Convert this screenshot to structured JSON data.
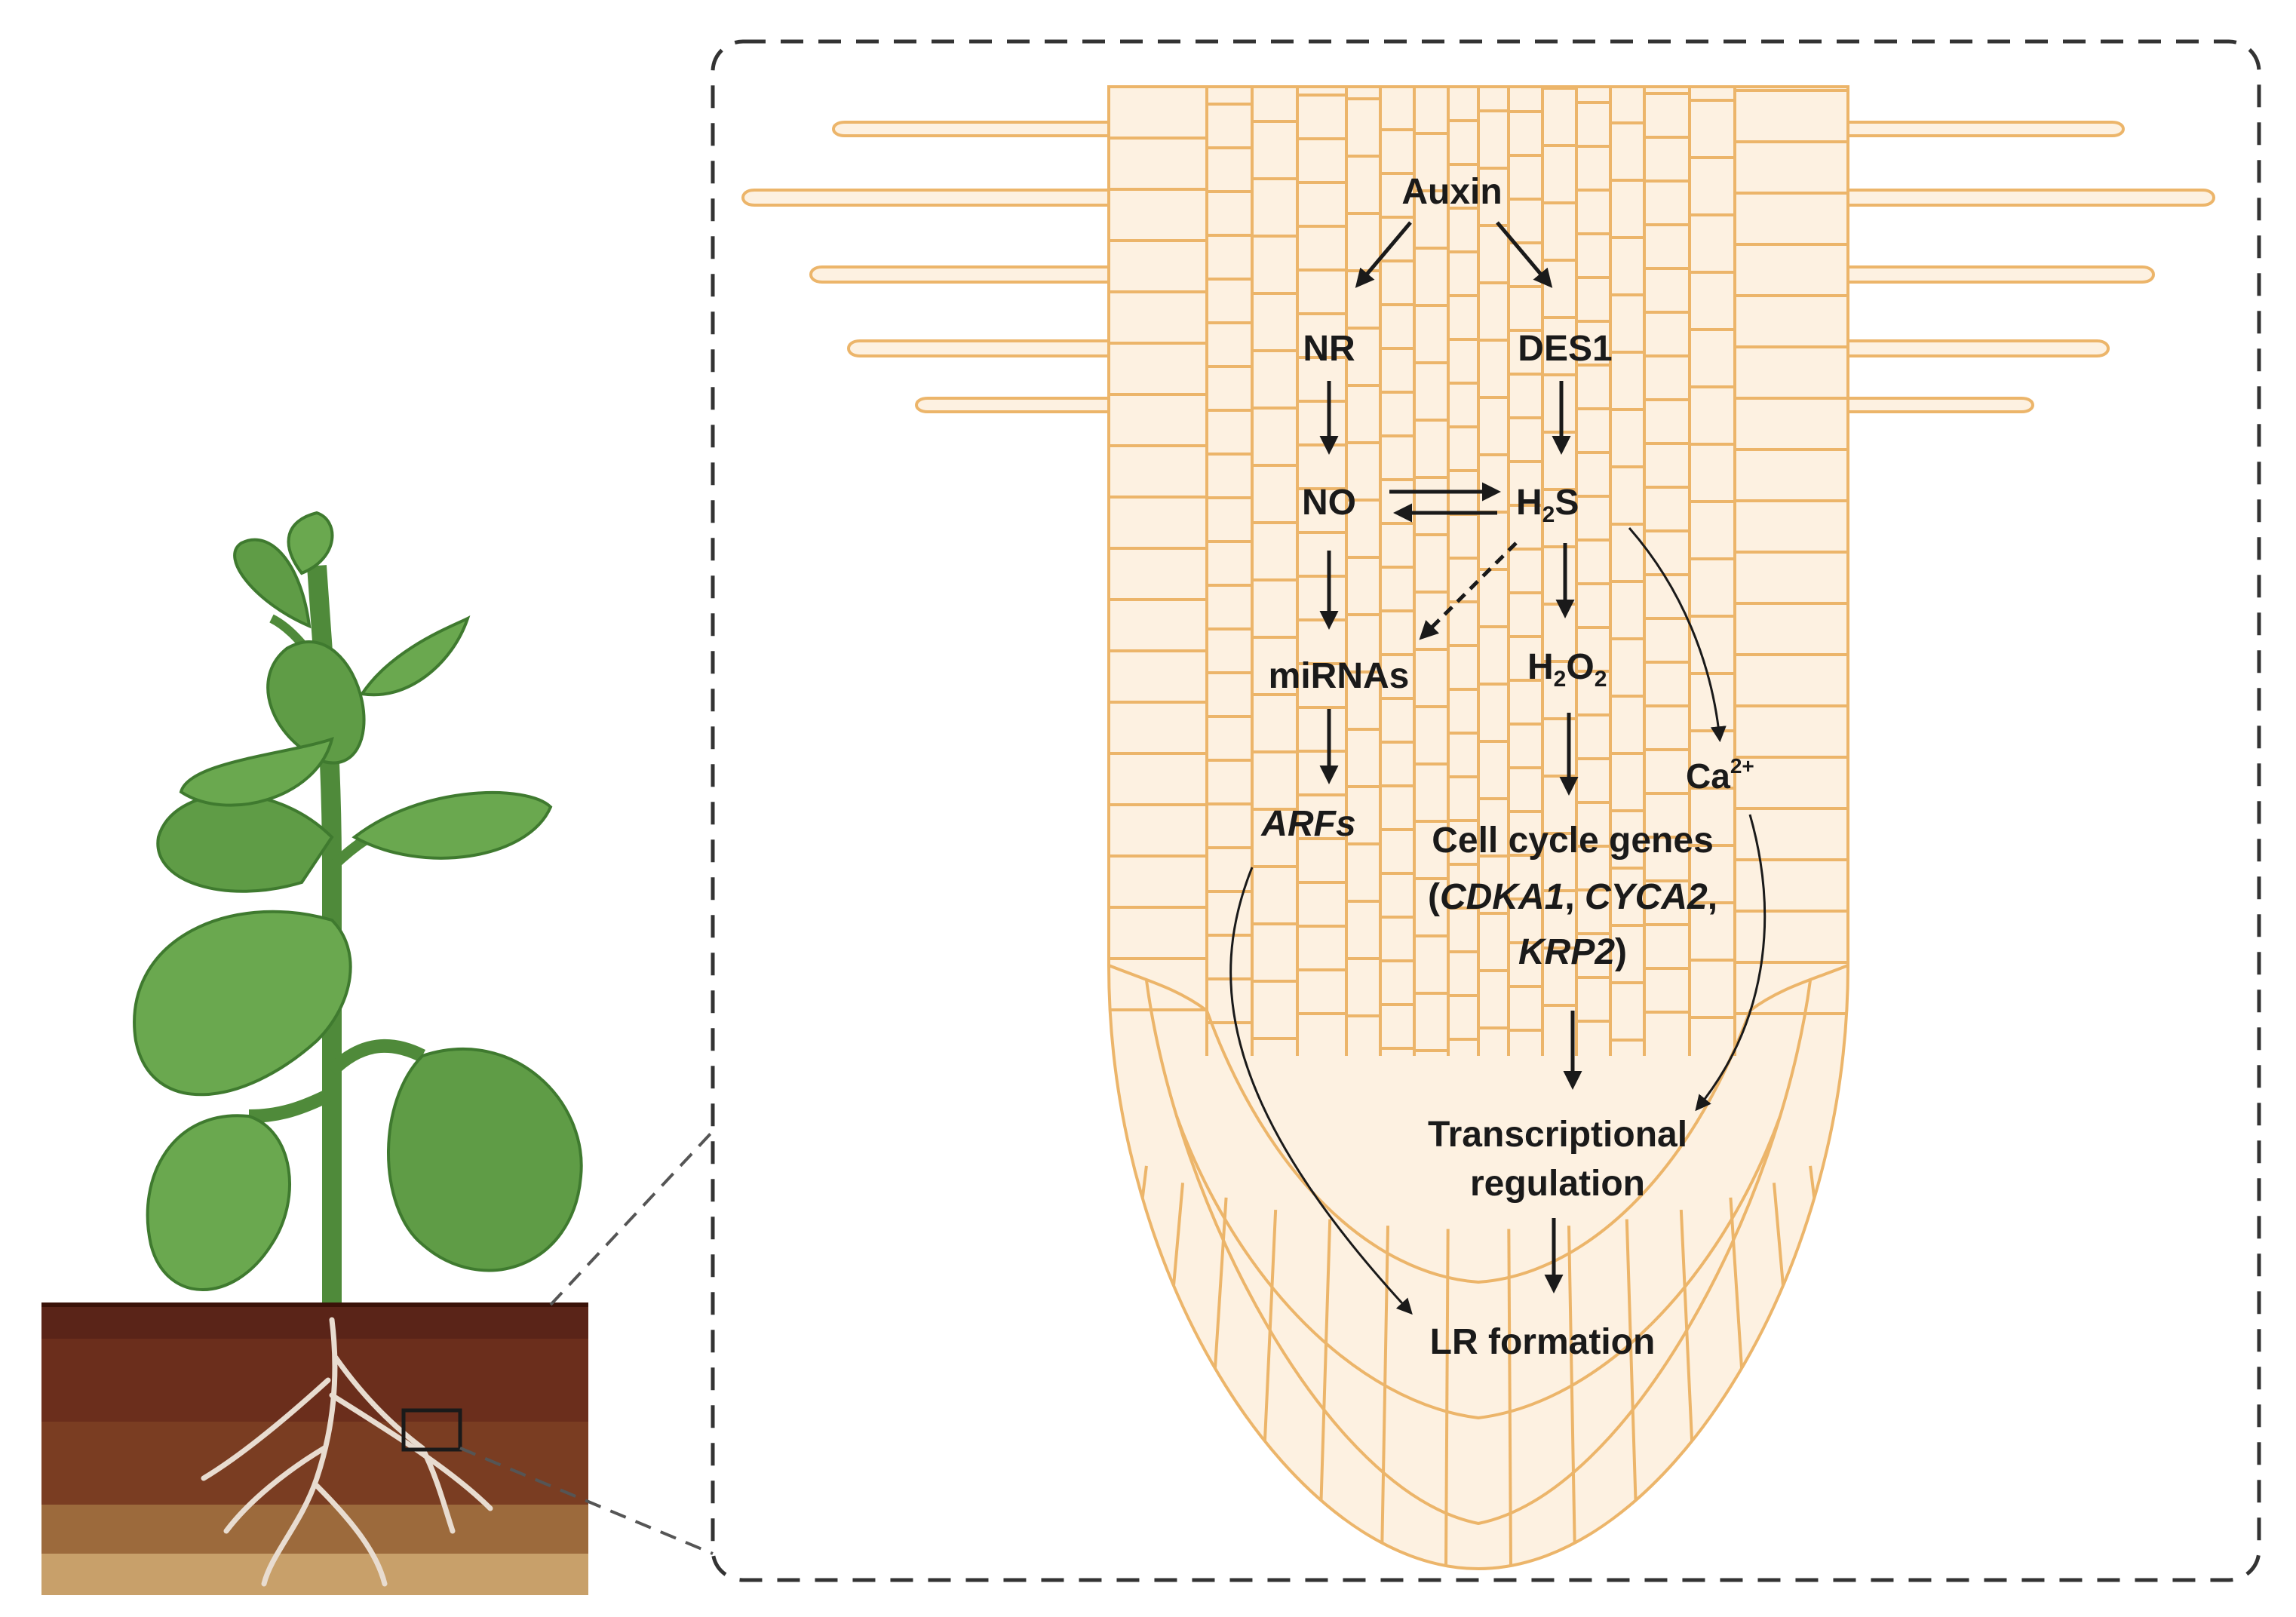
{
  "labels": {
    "auxin": "Auxin",
    "nr": "NR",
    "des1": "DES1",
    "no": "NO",
    "h2s_main": "H",
    "h2s_sub": "2",
    "h2s_end": "S",
    "mirnas": "miRNAs",
    "h2o2_a": "H",
    "h2o2_sub1": "2",
    "h2o2_b": "O",
    "h2o2_sub2": "2",
    "ca_main": "Ca",
    "ca_sup": "2+",
    "arfs": "ARFs",
    "cell_cycle_line1": "Cell cycle genes",
    "cell_cycle_open": "(",
    "cdka1": "CDKA1",
    "comma1": ", ",
    "cyca2": "CYCA2",
    "comma2": ",",
    "krp2": "KRP2",
    "cell_cycle_close": ")",
    "transcriptional": "Transcriptional",
    "regulation": "regulation",
    "lr_formation": "LR formation"
  },
  "colors": {
    "root_fill": "#fdf1e1",
    "root_stroke": "#ecb56a",
    "arrow": "#1a1a1a",
    "leaf": "#6aa84f",
    "leaf_dark": "#3f7a2f",
    "soil_top": "#5a2418",
    "soil_mid": "#7a3d22",
    "soil_low": "#9c6a3c",
    "soil_bottom": "#c8a06a"
  },
  "icons": [
    "plant-illustration",
    "soil-cross-section",
    "root-tip-illustration",
    "zoom-box"
  ]
}
